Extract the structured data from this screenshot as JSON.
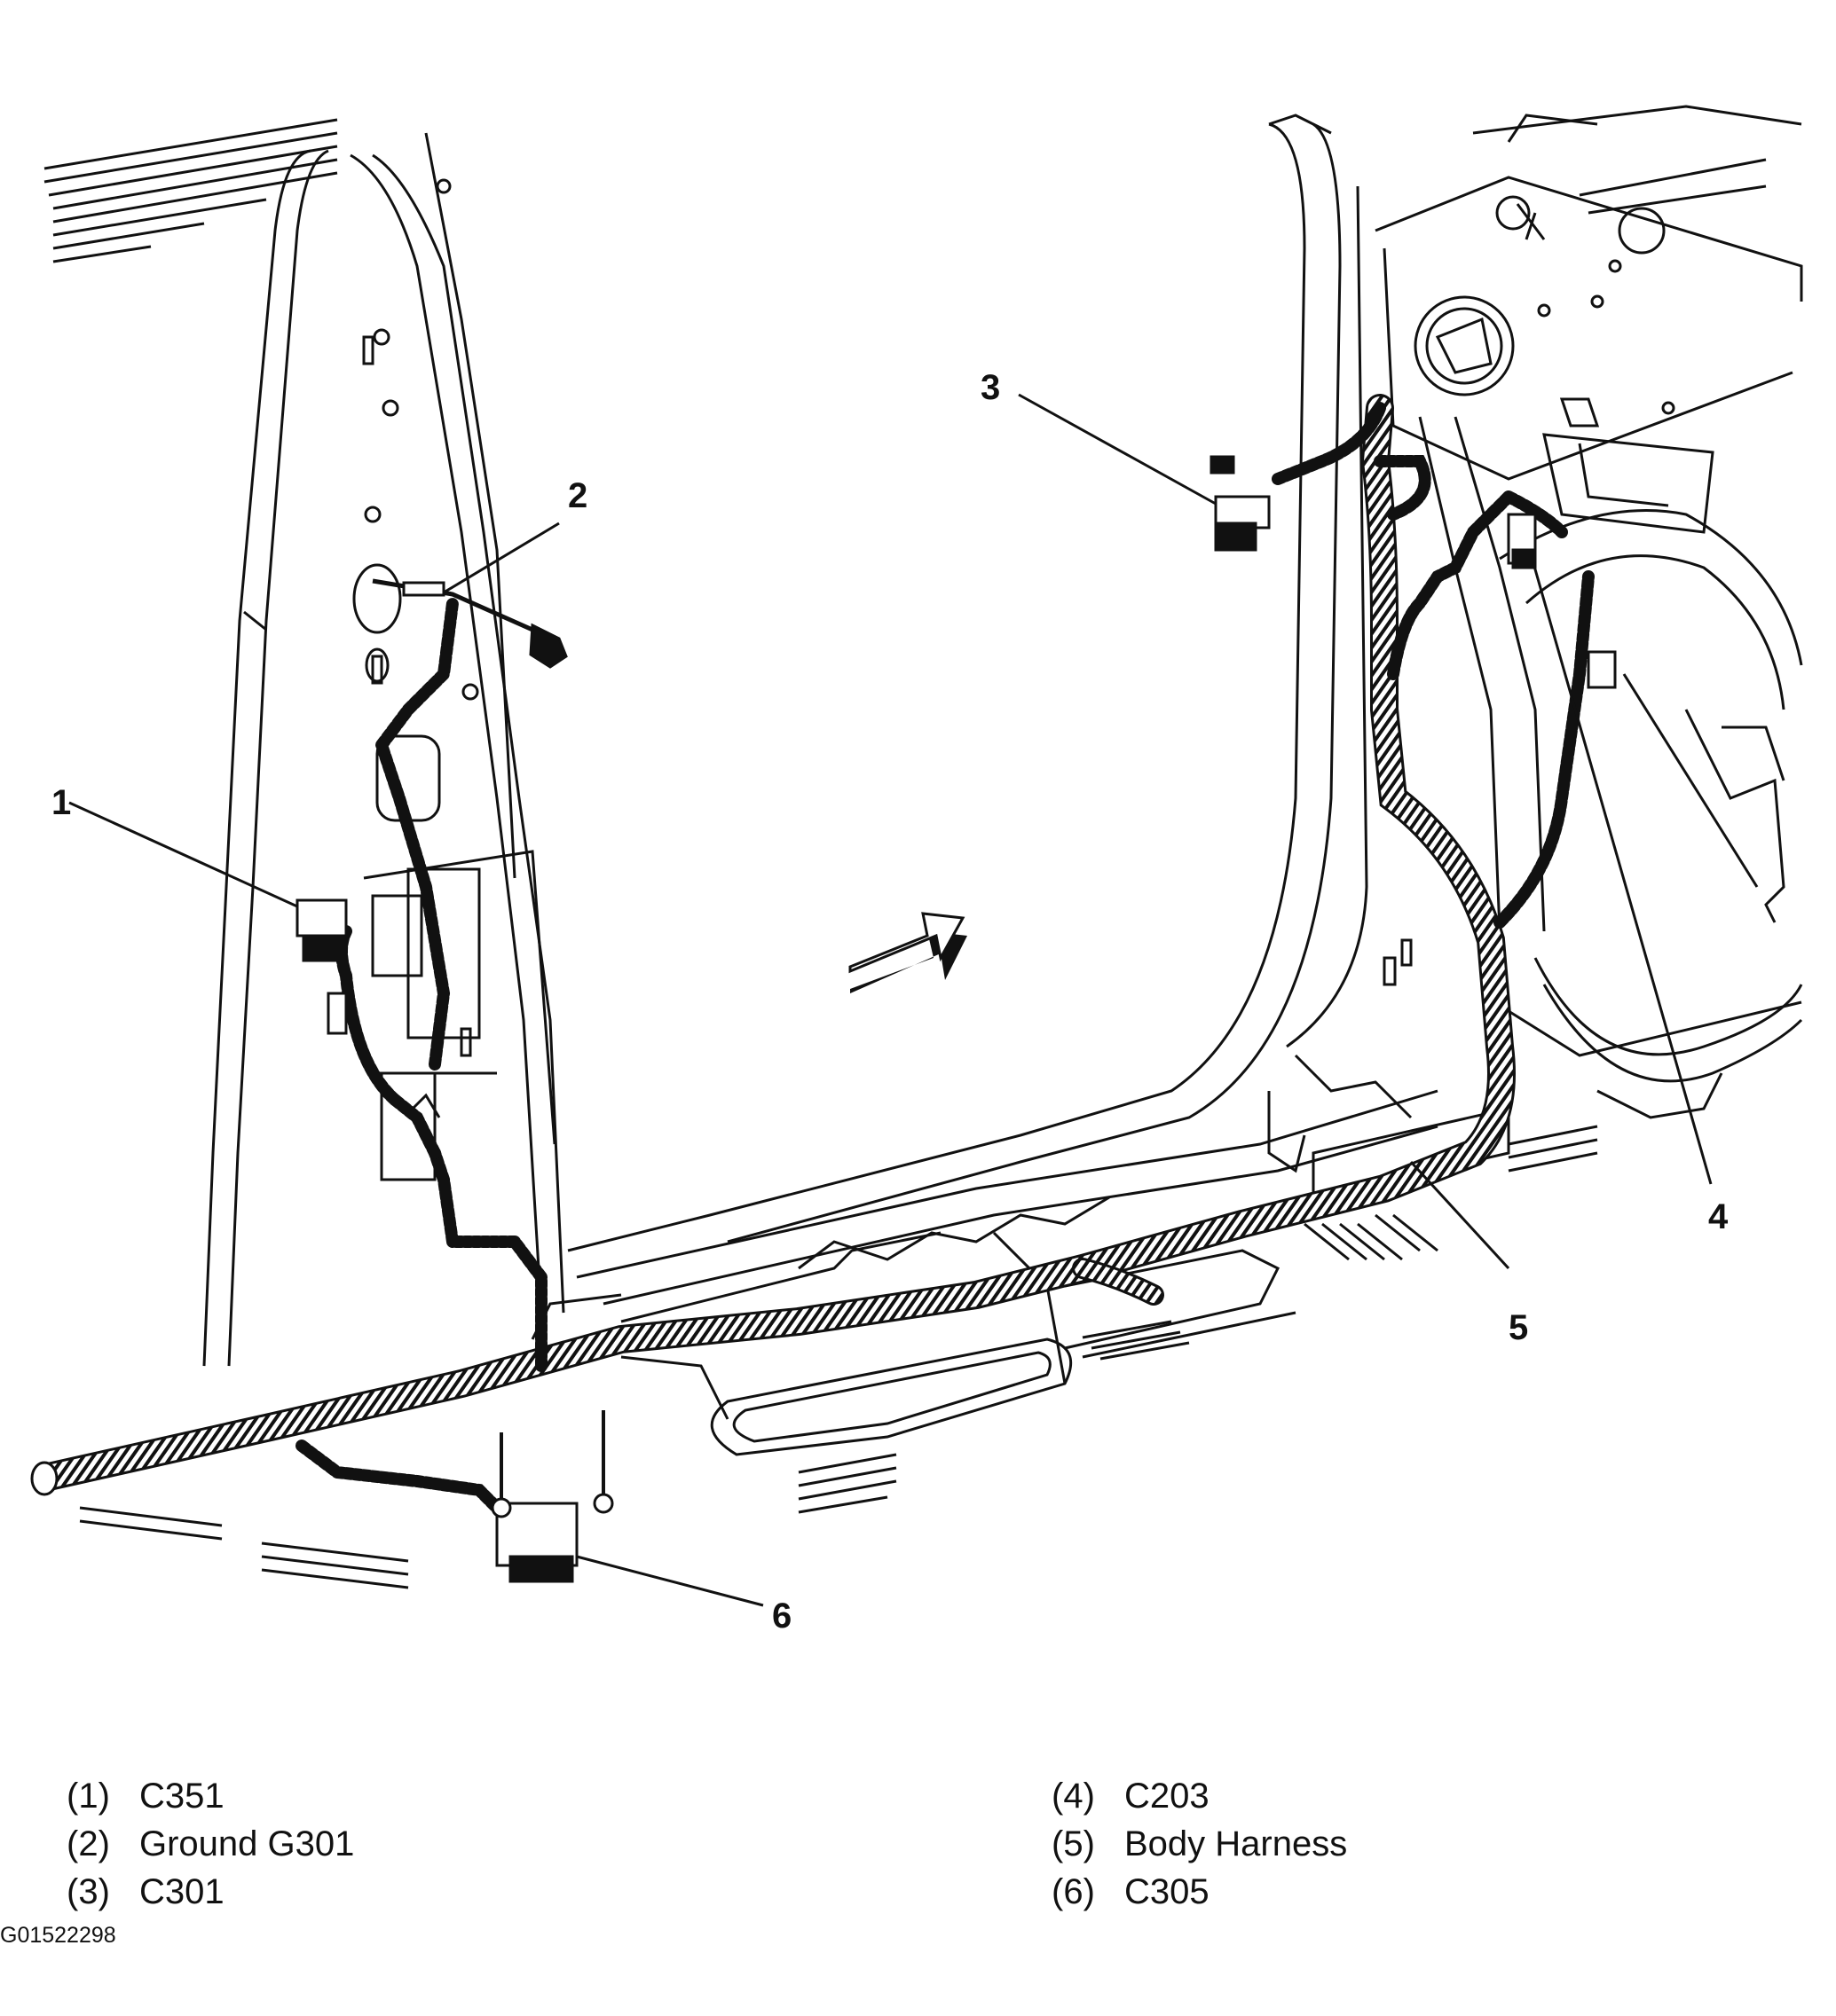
{
  "callouts": [
    "1",
    "2",
    "3",
    "4",
    "5",
    "6"
  ],
  "legend": [
    {
      "num": "(1)",
      "label": "C351"
    },
    {
      "num": "(2)",
      "label": "Ground G301"
    },
    {
      "num": "(3)",
      "label": "C301"
    },
    {
      "num": "(4)",
      "label": "C203"
    },
    {
      "num": "(5)",
      "label": "Body Harness"
    },
    {
      "num": "(6)",
      "label": "C305"
    }
  ],
  "figure_id": "G01522298",
  "colors": {
    "line": "#111111",
    "background": "#ffffff"
  },
  "icons": [
    "front-direction-arrow-icon",
    "ground-bolt-icon",
    "connector-icon"
  ]
}
